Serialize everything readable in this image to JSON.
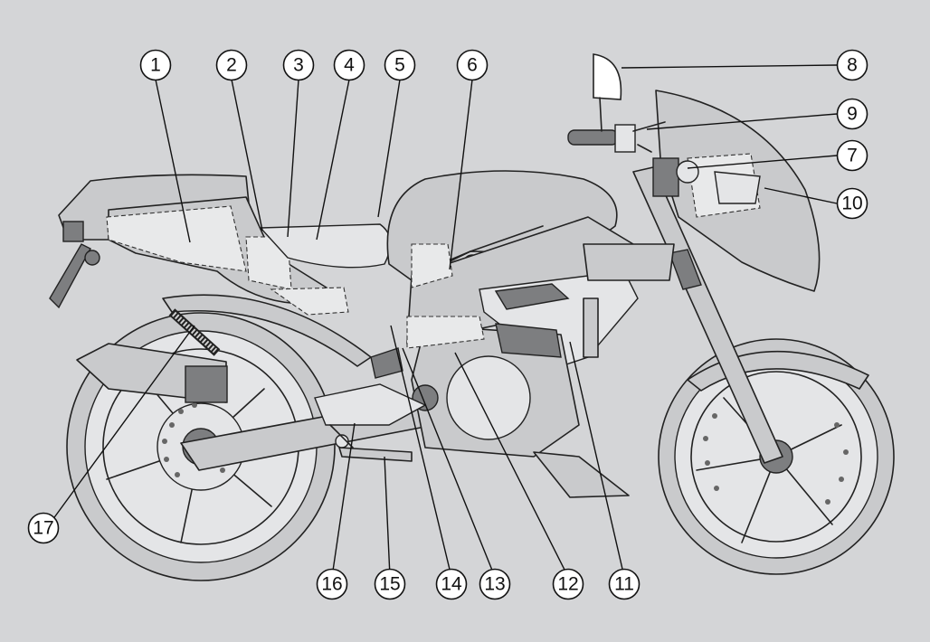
{
  "callouts": [
    {
      "id": "c1",
      "label": "1"
    },
    {
      "id": "c2",
      "label": "2"
    },
    {
      "id": "c3",
      "label": "3"
    },
    {
      "id": "c4",
      "label": "4"
    },
    {
      "id": "c5",
      "label": "5"
    },
    {
      "id": "c6",
      "label": "6"
    },
    {
      "id": "c7",
      "label": "7"
    },
    {
      "id": "c8",
      "label": "8"
    },
    {
      "id": "c9",
      "label": "9"
    },
    {
      "id": "c10",
      "label": "10"
    },
    {
      "id": "c11",
      "label": "11"
    },
    {
      "id": "c12",
      "label": "12"
    },
    {
      "id": "c13",
      "label": "13"
    },
    {
      "id": "c14",
      "label": "14"
    },
    {
      "id": "c15",
      "label": "15"
    },
    {
      "id": "c16",
      "label": "16"
    },
    {
      "id": "c17",
      "label": "17"
    }
  ],
  "colors": {
    "background": "#d4d5d7",
    "line": "#222222",
    "callout_fill": "#ffffff"
  }
}
